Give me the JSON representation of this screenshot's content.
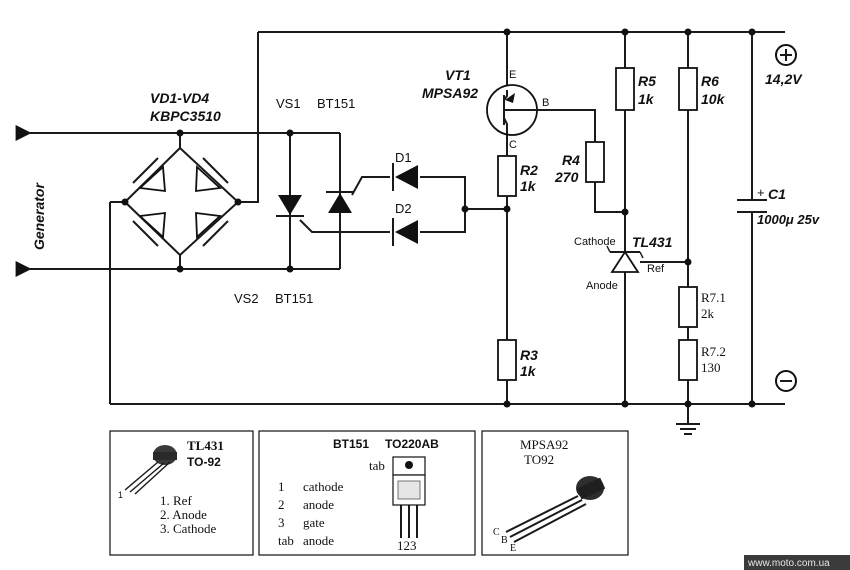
{
  "labels": {
    "bridge_name": "VD1-VD4",
    "bridge_part": "KBPC3510",
    "vs1": "VS1",
    "vs1_part": "BT151",
    "vs2": "VS2",
    "vs2_part": "BT151",
    "generator": "Generator",
    "d1": "D1",
    "d2": "D2",
    "vt1": "VT1",
    "vt1_part": "MPSA92",
    "pin_e": "E",
    "pin_b": "B",
    "pin_c": "C",
    "r2": "R2",
    "r2_val": "1k",
    "r3": "R3",
    "r3_val": "1k",
    "r4": "R4",
    "r4_val": "270",
    "r5": "R5",
    "r5_val": "1k",
    "r6": "R6",
    "r6_val": "10k",
    "r71": "R7.1",
    "r71_val": "2k",
    "r72": "R7.2",
    "r72_val": "130",
    "tl431": "TL431",
    "cathode": "Cathode",
    "anode": "Anode",
    "ref": "Ref",
    "c1": "C1",
    "c1_plus": "+",
    "c1_val": "1000μ 25v",
    "voltage": "14,2V"
  },
  "symbols": {
    "plus": "⊕",
    "minus": "⊖"
  },
  "boxes": {
    "tl431": {
      "title": "TL431",
      "package": "TO-92",
      "pin1_marker": "1",
      "pins": [
        "1. Ref",
        "2. Anode",
        "3. Cathode"
      ]
    },
    "bt151": {
      "title": "BT151",
      "package": "TO220AB",
      "tab_label": "tab",
      "pin_numbers": [
        "1",
        "2",
        "3"
      ],
      "pin_nums": "123",
      "pin_names": [
        "cathode",
        "anode",
        "gate"
      ],
      "tab_desc_key": "tab",
      "tab_desc_val": "anode"
    },
    "mpsa92": {
      "title": "MPSA92",
      "package": "TO92",
      "pin_c": "C",
      "pin_b": "B",
      "pin_e": "E"
    }
  },
  "watermark": "www.moto.com.ua"
}
